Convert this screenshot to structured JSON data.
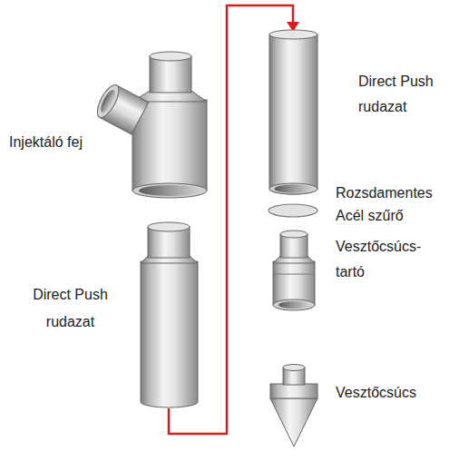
{
  "diagram": {
    "labels": [
      "Injektáló fej",
      "Direct Push rudazat",
      "Direct Push rudazat",
      "Rozsdamentes Acél szűrő",
      "Vesztőcsúcs-tartó",
      "Vesztőcsúcs"
    ]
  }
}
